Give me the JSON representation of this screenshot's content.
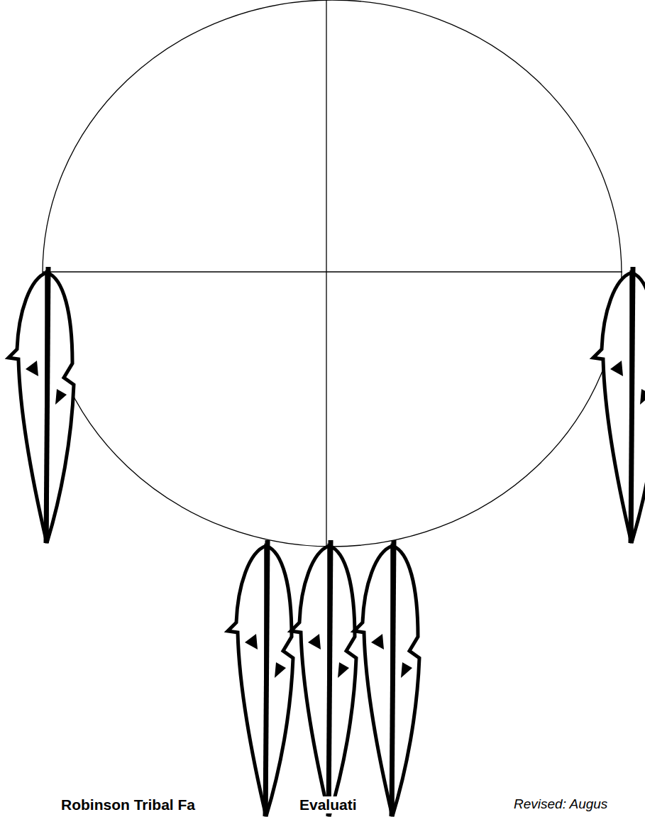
{
  "diagram": {
    "labels": [
      "Robinson Tribal Fa",
      "Evaluati",
      "Revised: Augus"
    ]
  }
}
